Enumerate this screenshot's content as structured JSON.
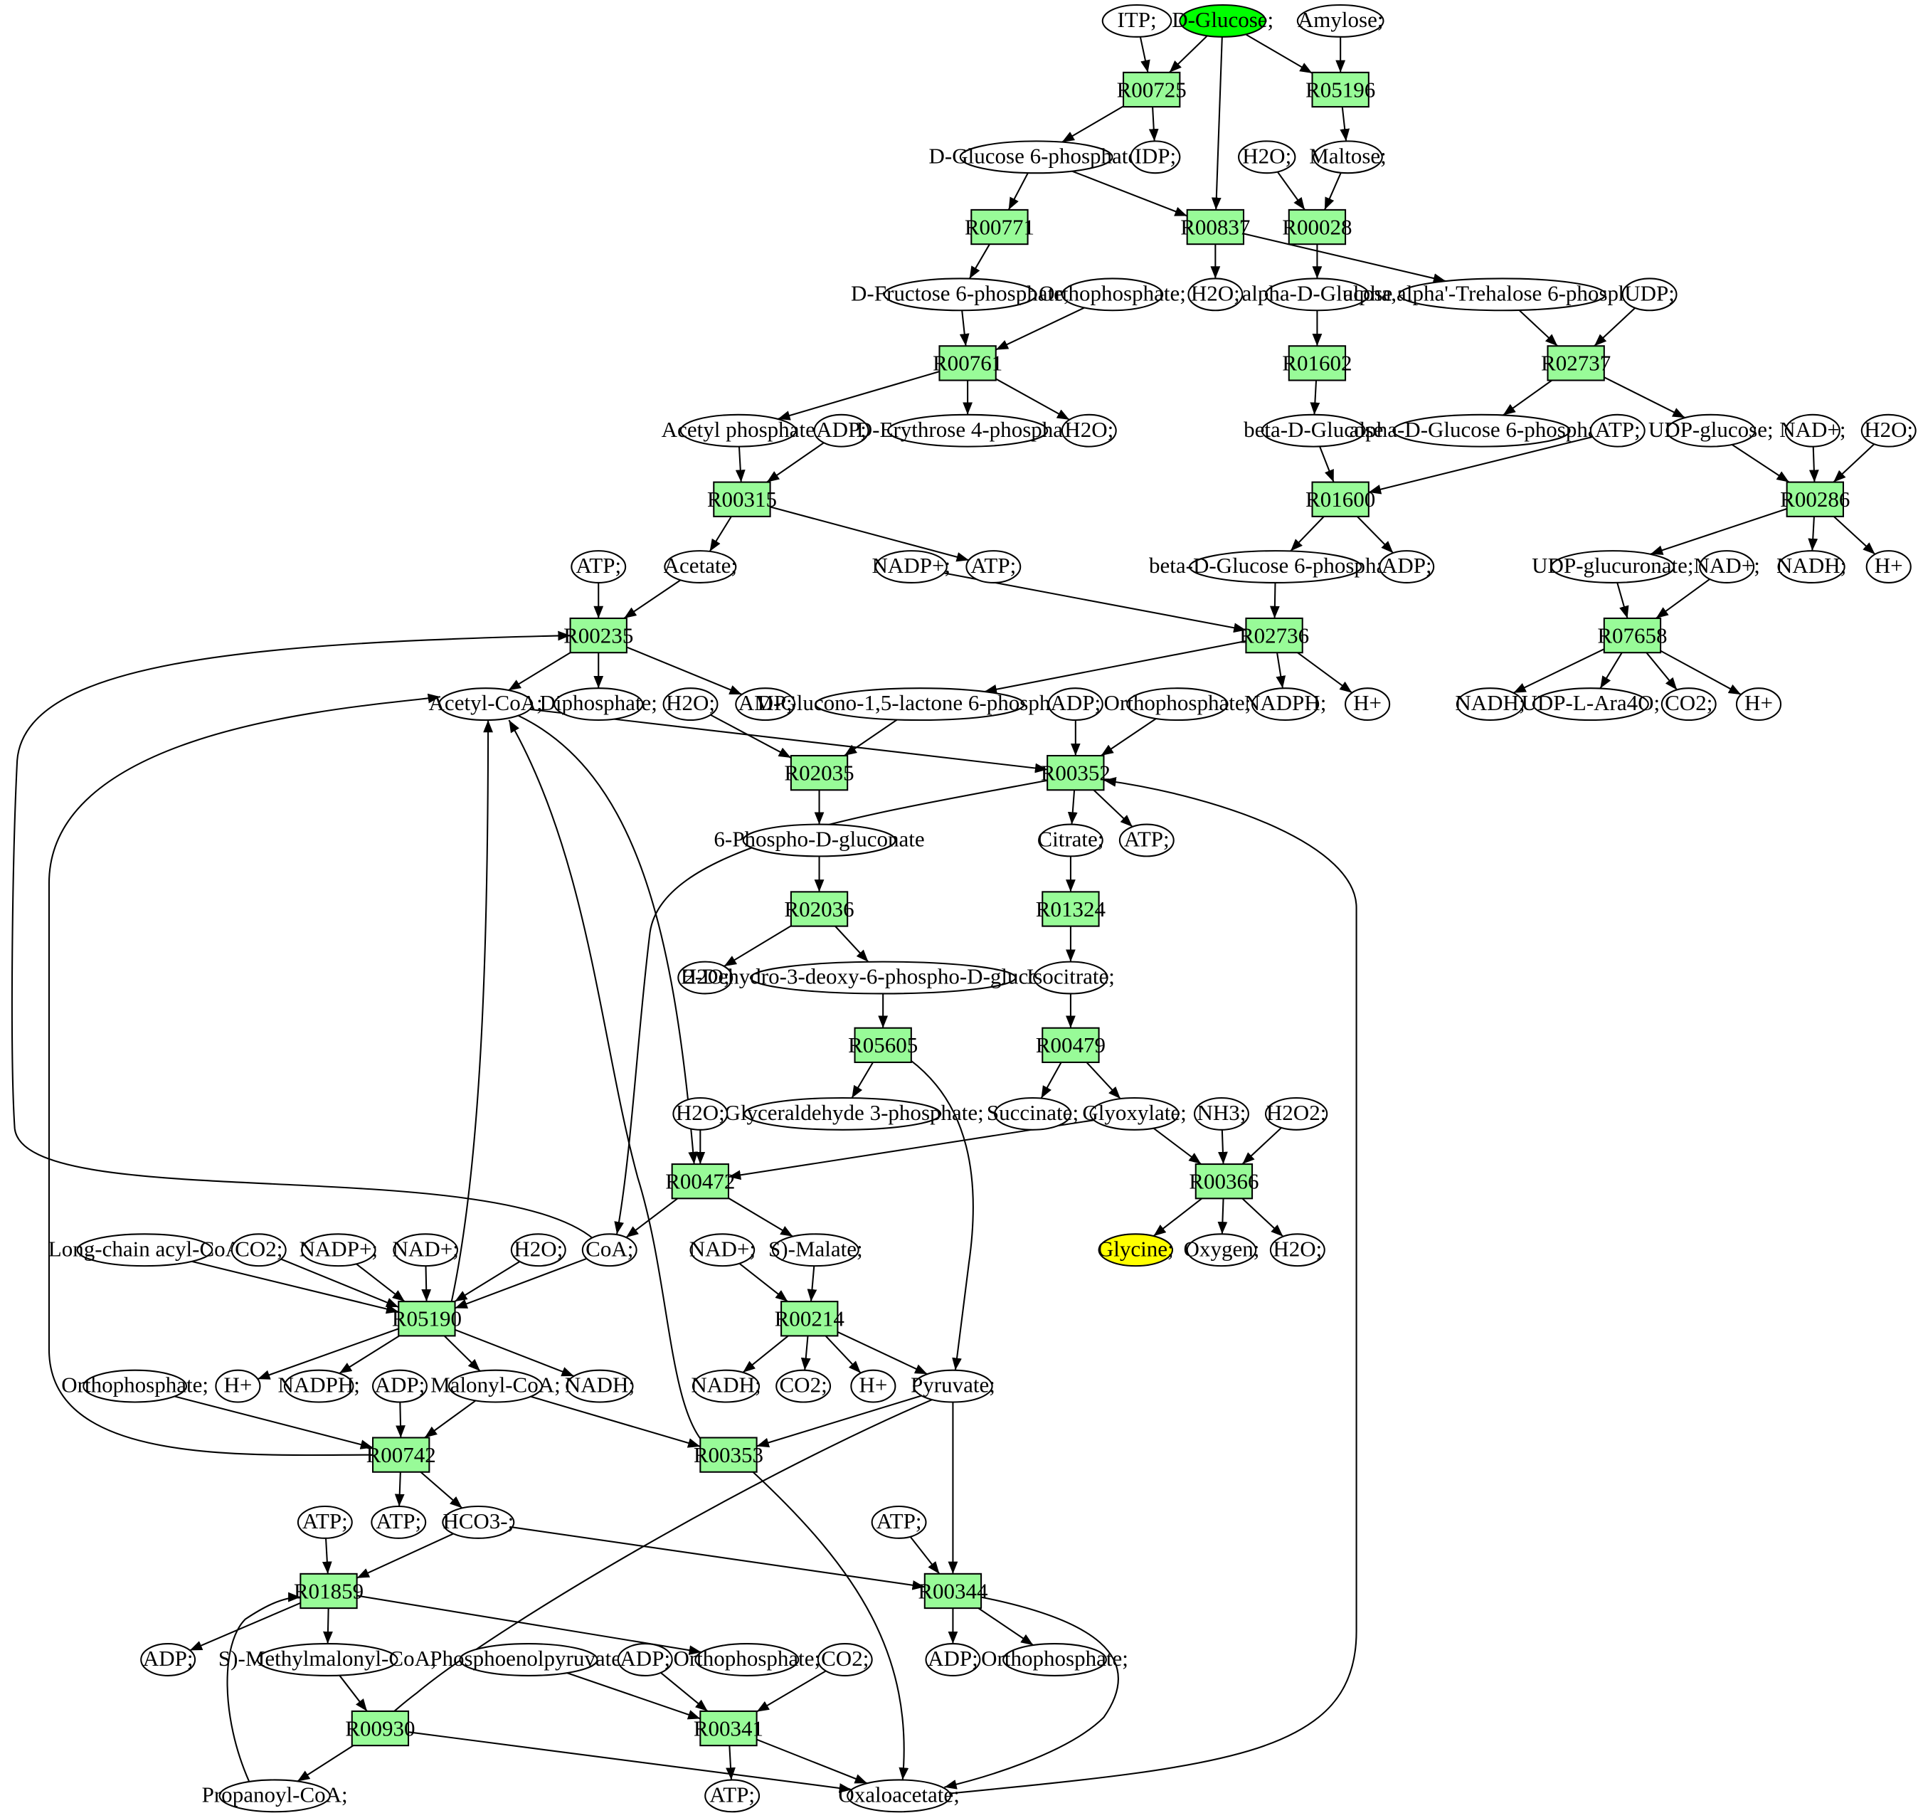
{
  "colors": {
    "reaction_fill": "#98fb98",
    "start_fill": "#00ff00",
    "target_fill": "#ffff00",
    "metabolite_fill": "#ffffff",
    "stroke": "#000000"
  },
  "reactions": [
    {
      "id": "R00725",
      "label": "R00725"
    },
    {
      "id": "R05196",
      "label": "R05196"
    },
    {
      "id": "R00771",
      "label": "R00771"
    },
    {
      "id": "R00837",
      "label": "R00837"
    },
    {
      "id": "R00028",
      "label": "R00028"
    },
    {
      "id": "R00761",
      "label": "R00761"
    },
    {
      "id": "R01602",
      "label": "R01602"
    },
    {
      "id": "R02737",
      "label": "R02737"
    },
    {
      "id": "R00315",
      "label": "R00315"
    },
    {
      "id": "R01600",
      "label": "R01600"
    },
    {
      "id": "R00286",
      "label": "R00286"
    },
    {
      "id": "R00235",
      "label": "R00235"
    },
    {
      "id": "R02736",
      "label": "R02736"
    },
    {
      "id": "R07658",
      "label": "R07658"
    },
    {
      "id": "R02035",
      "label": "R02035"
    },
    {
      "id": "R00352",
      "label": "R00352"
    },
    {
      "id": "R02036",
      "label": "R02036"
    },
    {
      "id": "R01324",
      "label": "R01324"
    },
    {
      "id": "R05605",
      "label": "R05605"
    },
    {
      "id": "R00479",
      "label": "R00479"
    },
    {
      "id": "R00472",
      "label": "R00472"
    },
    {
      "id": "R00366",
      "label": "R00366"
    },
    {
      "id": "R05190",
      "label": "R05190"
    },
    {
      "id": "R00214",
      "label": "R00214"
    },
    {
      "id": "R00742",
      "label": "R00742"
    },
    {
      "id": "R00353",
      "label": "R00353"
    },
    {
      "id": "R01859",
      "label": "R01859"
    },
    {
      "id": "R00344",
      "label": "R00344"
    },
    {
      "id": "R00930",
      "label": "R00930"
    },
    {
      "id": "R00341",
      "label": "R00341"
    }
  ],
  "metabolites": [
    {
      "id": "m_itp",
      "label": "ITP;"
    },
    {
      "id": "m_dglucose",
      "label": "D-Glucose;",
      "role": "start"
    },
    {
      "id": "m_amylose",
      "label": "Amylose;"
    },
    {
      "id": "m_g6p",
      "label": "D-Glucose 6-phosphate;"
    },
    {
      "id": "m_idp",
      "label": "IDP;"
    },
    {
      "id": "m_h2o_a",
      "label": "H2O;"
    },
    {
      "id": "m_maltose",
      "label": "Maltose;"
    },
    {
      "id": "m_f6p",
      "label": "D-Fructose 6-phosphate;"
    },
    {
      "id": "m_pi_a",
      "label": "Orthophosphate;"
    },
    {
      "id": "m_h2o_b",
      "label": "H2O;"
    },
    {
      "id": "m_aglc",
      "label": "alpha-D-Glucose"
    },
    {
      "id": "m_t6p",
      "label": "alpha,alpha'-Trehalose 6-phosphate;"
    },
    {
      "id": "m_udp",
      "label": "UDP;"
    },
    {
      "id": "m_acp",
      "label": "Acetyl phosphate"
    },
    {
      "id": "m_adp_a",
      "label": "ADP;"
    },
    {
      "id": "m_e4p",
      "label": "D-Erythrose 4-phosphate"
    },
    {
      "id": "m_h2o_c",
      "label": "H2O;"
    },
    {
      "id": "m_bglc",
      "label": "beta-D-Glucose"
    },
    {
      "id": "m_ag6p",
      "label": "alpha-D-Glucose 6-phosphate"
    },
    {
      "id": "m_udpglc",
      "label": "UDP-glucose;"
    },
    {
      "id": "m_atp_a",
      "label": "ATP;"
    },
    {
      "id": "m_nad_a",
      "label": "NAD+;"
    },
    {
      "id": "m_h2o_d",
      "label": "H2O;"
    },
    {
      "id": "m_atp_b",
      "label": "ATP;"
    },
    {
      "id": "m_acetate",
      "label": "Acetate;"
    },
    {
      "id": "m_nadp_a",
      "label": "NADP+;"
    },
    {
      "id": "m_atp_c",
      "label": "ATP;"
    },
    {
      "id": "m_bg6p",
      "label": "beta-D-Glucose 6-phosphate"
    },
    {
      "id": "m_adp_b",
      "label": "ADP;"
    },
    {
      "id": "m_udpgla",
      "label": "UDP-glucuronate;"
    },
    {
      "id": "m_nad_b",
      "label": "NAD+;"
    },
    {
      "id": "m_nadh_a",
      "label": "NADH;"
    },
    {
      "id": "m_h_a",
      "label": "H+"
    },
    {
      "id": "m_accoa",
      "label": "Acetyl-CoA;"
    },
    {
      "id": "m_ppi",
      "label": "Diphosphate;"
    },
    {
      "id": "m_h2o_e",
      "label": "H2O;"
    },
    {
      "id": "m_amp",
      "label": "AMP;"
    },
    {
      "id": "m_glcnl6p",
      "label": "D-Glucono-1,5-lactone 6-phosphate;"
    },
    {
      "id": "m_adp_c",
      "label": "ADP;"
    },
    {
      "id": "m_pi_b",
      "label": "Orthophosphate;"
    },
    {
      "id": "m_nadph_a",
      "label": "NADPH;"
    },
    {
      "id": "m_h_b",
      "label": "H+"
    },
    {
      "id": "m_nadh_b",
      "label": "NADH;"
    },
    {
      "id": "m_udpara",
      "label": "UDP-L-Ara4O;"
    },
    {
      "id": "m_co2_a",
      "label": "CO2;"
    },
    {
      "id": "m_h_c",
      "label": "H+"
    },
    {
      "id": "m_6pg",
      "label": "6-Phospho-D-gluconate"
    },
    {
      "id": "m_citrate",
      "label": "Citrate;"
    },
    {
      "id": "m_atp_d",
      "label": "ATP;"
    },
    {
      "id": "m_h2o_f",
      "label": "H2O;"
    },
    {
      "id": "m_kdpg",
      "label": "2-Dehydro-3-deoxy-6-phospho-D-gluconate;"
    },
    {
      "id": "m_isocit",
      "label": "Isocitrate;"
    },
    {
      "id": "m_g3p",
      "label": "D-Glyceraldehyde 3-phosphate;"
    },
    {
      "id": "m_h2o_g",
      "label": "H2O;"
    },
    {
      "id": "m_succ",
      "label": "Succinate;"
    },
    {
      "id": "m_glx",
      "label": "Glyoxylate;"
    },
    {
      "id": "m_nh3",
      "label": "NH3;"
    },
    {
      "id": "m_h2o2",
      "label": "H2O2;"
    },
    {
      "id": "m_lcacoa",
      "label": "Long-chain acyl-CoA"
    },
    {
      "id": "m_co2_b",
      "label": "CO2;"
    },
    {
      "id": "m_nadp_b",
      "label": "NADP+;"
    },
    {
      "id": "m_nad_c",
      "label": "NAD+;"
    },
    {
      "id": "m_h2o_h",
      "label": "H2O;"
    },
    {
      "id": "m_coa",
      "label": "CoA;"
    },
    {
      "id": "m_nad_d",
      "label": "NAD+;"
    },
    {
      "id": "m_malate",
      "label": "S)-Malate;"
    },
    {
      "id": "m_glycine",
      "label": "Glycine;",
      "role": "target"
    },
    {
      "id": "m_oxygen",
      "label": "Oxygen;"
    },
    {
      "id": "m_h2o_i",
      "label": "H2O;"
    },
    {
      "id": "m_pi_c",
      "label": "Orthophosphate;"
    },
    {
      "id": "m_h_d",
      "label": "H+"
    },
    {
      "id": "m_nadph_b",
      "label": "NADPH;"
    },
    {
      "id": "m_adp_d",
      "label": "ADP;"
    },
    {
      "id": "m_malcoa",
      "label": "Malonyl-CoA;"
    },
    {
      "id": "m_nadh_c",
      "label": "NADH;"
    },
    {
      "id": "m_nadh_d",
      "label": "NADH;"
    },
    {
      "id": "m_co2_c",
      "label": "CO2;"
    },
    {
      "id": "m_h_e",
      "label": "H+"
    },
    {
      "id": "m_pyr",
      "label": "Pyruvate;"
    },
    {
      "id": "m_atp_e",
      "label": "ATP;"
    },
    {
      "id": "m_atp_f",
      "label": "ATP;"
    },
    {
      "id": "m_hco3",
      "label": "HCO3-;"
    },
    {
      "id": "m_atp_g",
      "label": "ATP;"
    },
    {
      "id": "m_adp_e",
      "label": "ADP;"
    },
    {
      "id": "m_smmcoa",
      "label": "S)-Methylmalonyl-CoA;"
    },
    {
      "id": "m_pi_d",
      "label": "Orthophosphate;"
    },
    {
      "id": "m_adp_f",
      "label": "ADP;"
    },
    {
      "id": "m_pi_e",
      "label": "Orthophosphate;"
    },
    {
      "id": "m_pep",
      "label": "Phosphoenolpyruvate;"
    },
    {
      "id": "m_adp_g",
      "label": "ADP;"
    },
    {
      "id": "m_co2_d",
      "label": "CO2;"
    },
    {
      "id": "m_ppcoa",
      "label": "Propanoyl-CoA;"
    },
    {
      "id": "m_atp_h",
      "label": "ATP;"
    },
    {
      "id": "m_oaa",
      "label": "Oxaloacetate;"
    }
  ]
}
